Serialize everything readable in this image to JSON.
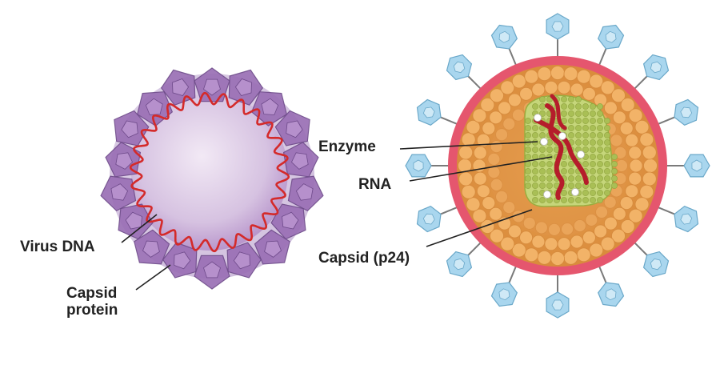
{
  "labels": {
    "virus_dna": "Virus DNA",
    "capsid_protein_line1": "Capsid",
    "capsid_protein_line2": "protein",
    "enzyme": "Enzyme",
    "rna": "RNA",
    "capsid_p24": "Capsid (p24)"
  },
  "colors": {
    "dna_strand": "#d42a2a",
    "capsomer": "#9a6fb5",
    "envelope": "#e5566e",
    "matrix": "#f2b368",
    "core": "#c5d67a",
    "glycoprotein": "#a9d6ee",
    "rna_strand": "#b51d2b"
  }
}
